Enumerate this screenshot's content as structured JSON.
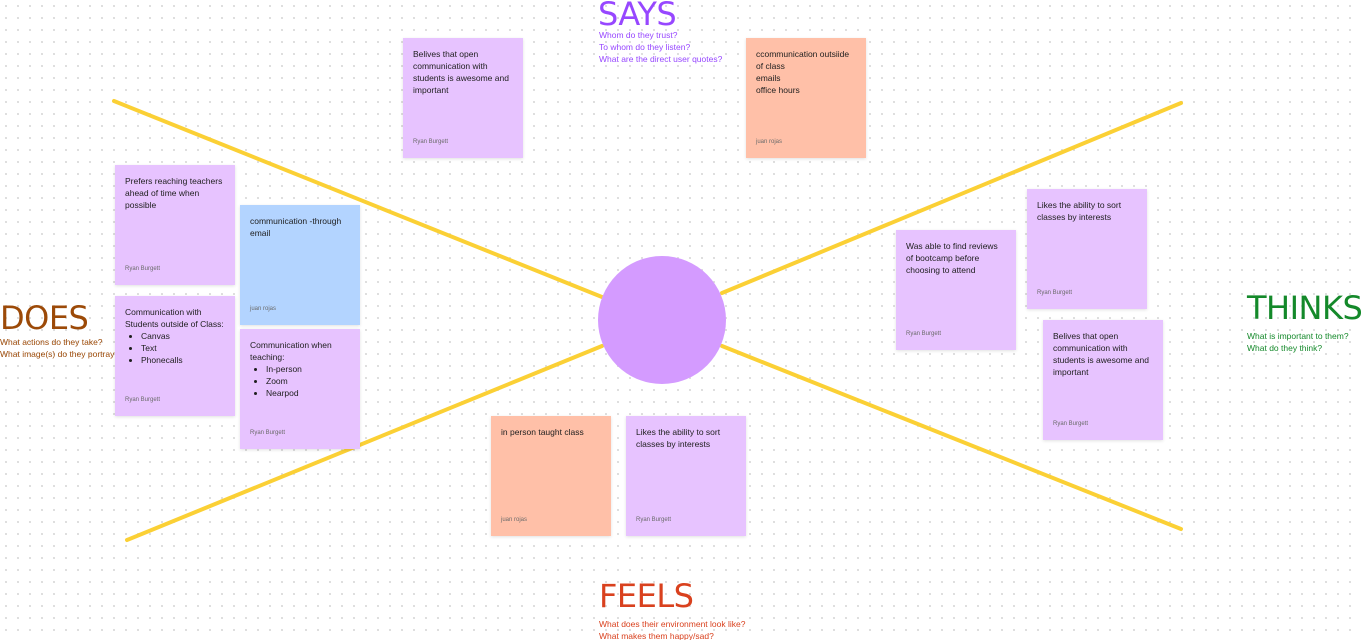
{
  "colors": {
    "line": "#fbd035",
    "circle": "#d49bff",
    "says": "#9747ff",
    "does": "#9c4a08",
    "thinks": "#14892a",
    "feels": "#d9411e",
    "note_purple": "#e7c3ff",
    "note_salmon": "#ffc0a8",
    "note_blue": "#b3d4ff"
  },
  "says": {
    "title": "SAYS",
    "q1": "Whom do they trust?",
    "q2": "To whom do they listen?",
    "q3": "What are the direct user quotes?"
  },
  "does": {
    "title": "DOES",
    "q1": "What actions do they take?",
    "q2": "What image(s) do they portray?"
  },
  "thinks": {
    "title": "THINKS",
    "q1": "What is important  to them?",
    "q2": "What do they think?"
  },
  "feels": {
    "title": "FEELS",
    "q1": "What does their environment look like?",
    "q2": "What makes them happy/sad?"
  },
  "notes": {
    "says_1": {
      "text": "Belives that open communication with students is awesome and important",
      "author": "Ryan Burgett",
      "color": "purple"
    },
    "says_2": {
      "lines": [
        "ccommunication outsiide of class",
        "emails",
        "office hours"
      ],
      "author": "juan rojas",
      "color": "salmon"
    },
    "does_1": {
      "text": "Prefers reaching teachers ahead of time when possible",
      "author": "Ryan Burgett",
      "color": "purple"
    },
    "does_2": {
      "text": "communication -through email",
      "author": "juan rojas",
      "color": "blue"
    },
    "does_3": {
      "text": "Communication with Students outside of Class:",
      "items": [
        "Canvas",
        "Text",
        "Phonecalls"
      ],
      "author": "Ryan Burgett",
      "color": "purple"
    },
    "does_4": {
      "text": "Communication when teaching:",
      "items": [
        "In-person",
        "Zoom",
        "Nearpod"
      ],
      "author": "Ryan Burgett",
      "color": "purple"
    },
    "thinks_1": {
      "text": "Likes the ability to sort classes by interests",
      "author": "Ryan Burgett",
      "color": "purple"
    },
    "thinks_2": {
      "text": "Was able to find reviews of bootcamp before choosing to attend",
      "author": "Ryan Burgett",
      "color": "purple"
    },
    "thinks_3": {
      "text": "Belives that open communication with students is awesome and important",
      "author": "Ryan Burgett",
      "color": "purple"
    },
    "feels_1": {
      "text": "in person taught class",
      "author": "juan rojas",
      "color": "salmon"
    },
    "feels_2": {
      "text": "Likes the ability to sort classes by interests",
      "author": "Ryan Burgett",
      "color": "purple"
    }
  }
}
